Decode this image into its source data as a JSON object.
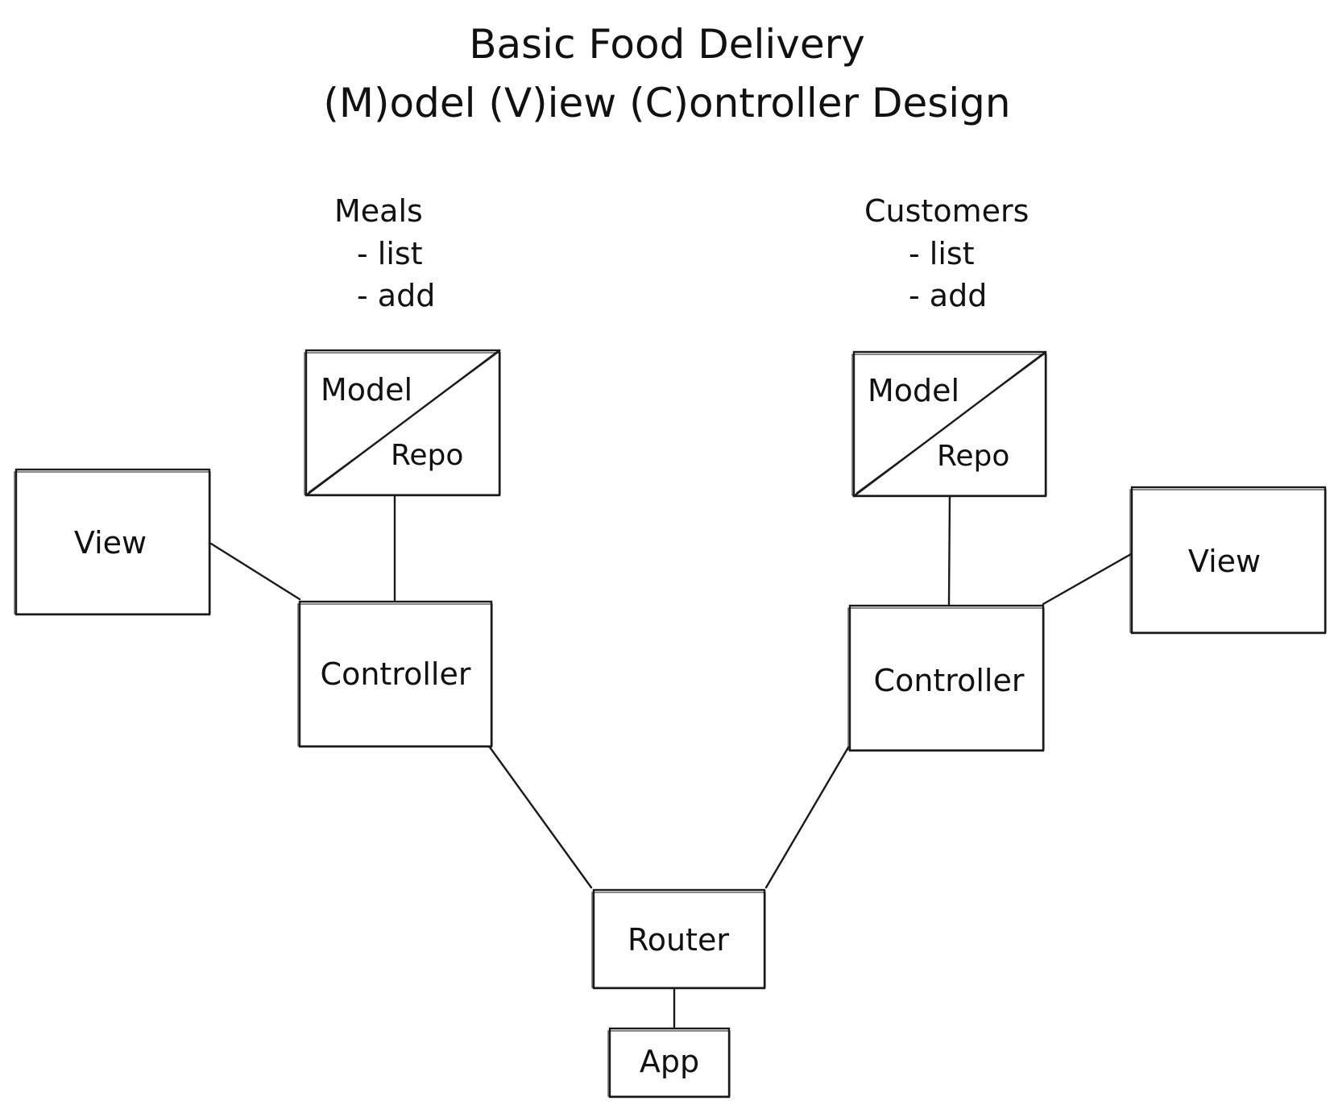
{
  "title": {
    "line1": "Basic Food Delivery",
    "line2": "(M)odel (V)iew (C)ontroller Design"
  },
  "meals": {
    "heading": "Meals",
    "items": [
      "- list",
      "- add"
    ],
    "model_label": "Model",
    "repo_label": "Repo",
    "controller_label": "Controller",
    "view_label": "View"
  },
  "customers": {
    "heading": "Customers",
    "items": [
      "- list",
      "- add"
    ],
    "model_label": "Model",
    "repo_label": "Repo",
    "controller_label": "Controller",
    "view_label": "View"
  },
  "router_label": "Router",
  "app_label": "App",
  "colors": {
    "stroke": "#1a1a1a",
    "background": "#ffffff"
  }
}
